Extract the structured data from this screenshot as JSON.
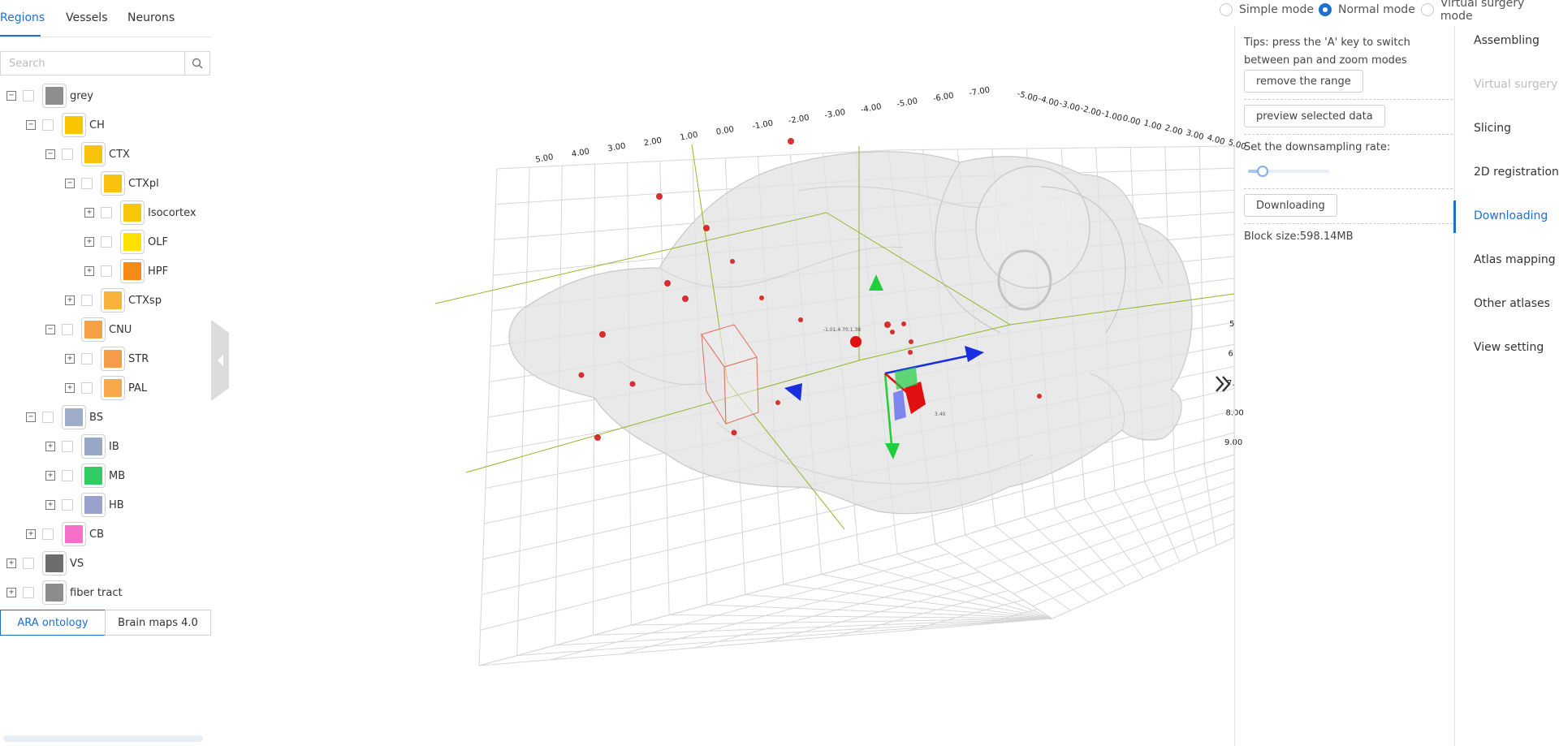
{
  "tabs": [
    {
      "label": "Regions",
      "active": true
    },
    {
      "label": "Vessels",
      "active": false
    },
    {
      "label": "Neurons",
      "active": false
    }
  ],
  "search": {
    "placeholder": "Search",
    "icon": "search-icon"
  },
  "tree": [
    {
      "name": "grey",
      "color": "#8e8e8e",
      "expanded": true,
      "depth": 0
    },
    {
      "name": "CH",
      "color": "#f9c400",
      "expanded": true,
      "depth": 1
    },
    {
      "name": "CTX",
      "color": "#f9c20c",
      "expanded": true,
      "depth": 2
    },
    {
      "name": "CTXpl",
      "color": "#f9c10e",
      "expanded": true,
      "depth": 3
    },
    {
      "name": "Isocortex",
      "color": "#f9c608",
      "expanded": false,
      "depth": 4
    },
    {
      "name": "OLF",
      "color": "#fce000",
      "expanded": false,
      "depth": 4
    },
    {
      "name": "HPF",
      "color": "#f58a14",
      "expanded": false,
      "depth": 4
    },
    {
      "name": "CTXsp",
      "color": "#f9b23a",
      "expanded": false,
      "depth": 3
    },
    {
      "name": "CNU",
      "color": "#f7a043",
      "expanded": true,
      "depth": 2
    },
    {
      "name": "STR",
      "color": "#f59c48",
      "expanded": false,
      "depth": 3
    },
    {
      "name": "PAL",
      "color": "#f8a84a",
      "expanded": false,
      "depth": 3
    },
    {
      "name": "BS",
      "color": "#9eaec9",
      "expanded": true,
      "depth": 1
    },
    {
      "name": "IB",
      "color": "#96a8c6",
      "expanded": false,
      "depth": 2
    },
    {
      "name": "MB",
      "color": "#2ecc63",
      "expanded": false,
      "depth": 2
    },
    {
      "name": "HB",
      "color": "#9aa1cc",
      "expanded": false,
      "depth": 2
    },
    {
      "name": "CB",
      "color": "#f56fc9",
      "expanded": false,
      "depth": 1
    },
    {
      "name": "VS",
      "color": "#6d6d6d",
      "expanded": false,
      "depth": 0
    },
    {
      "name": "fiber tract",
      "color": "#8c8c8c",
      "expanded": false,
      "depth": 0
    }
  ],
  "ontology": {
    "ara": "ARA ontology",
    "brainmaps": "Brain maps 4.0",
    "selected": "ARA ontology"
  },
  "modes": [
    {
      "label": "Simple mode",
      "selected": false
    },
    {
      "label": "Normal mode",
      "selected": true
    },
    {
      "label": "Virtual surgery mode",
      "selected": false
    }
  ],
  "right_panel": {
    "tips": "Tips: press the 'A' key to switch between pan and zoom modes",
    "remove_range": "remove the range",
    "preview": "preview selected data",
    "downsampling_label": "Set the downsampling rate:",
    "downsampling_value": 0.18,
    "downloading": "Downloading",
    "block_size": "Block size:598.14MB"
  },
  "nav": [
    {
      "label": "Assembling",
      "state": "normal"
    },
    {
      "label": "Virtual surgery",
      "state": "disabled"
    },
    {
      "label": "Slicing",
      "state": "normal"
    },
    {
      "label": "2D registration",
      "state": "normal"
    },
    {
      "label": "Downloading",
      "state": "active"
    },
    {
      "label": "Atlas mapping",
      "state": "normal"
    },
    {
      "label": "Other atlases",
      "state": "normal"
    },
    {
      "label": "View setting",
      "state": "normal"
    }
  ],
  "axes": {
    "top_left": [
      "5.00",
      "4.00",
      "3.00",
      "2.00",
      "1.00",
      "0.00",
      "-1.00",
      "-2.00",
      "-3.00",
      "-4.00",
      "-5.00",
      "-6.00",
      "-7.00"
    ],
    "top_right": [
      "-5.00",
      "-4.00",
      "-3.00",
      "-2.00",
      "-1.00",
      "0.00",
      "1.00",
      "2.00",
      "3.00",
      "4.00",
      "5.00"
    ],
    "right": [
      "5",
      "6.",
      "7.",
      "8.00",
      "9.00"
    ],
    "box_label": "-1.01,4.70,1.38",
    "box_label2": "3.40"
  },
  "colors": {
    "accent": "#1f6fce",
    "gizmo_x": "#1a2ee0",
    "gizmo_y": "#1fcf3a",
    "gizmo_z": "#e01010",
    "grid_box": "#8fb829"
  }
}
